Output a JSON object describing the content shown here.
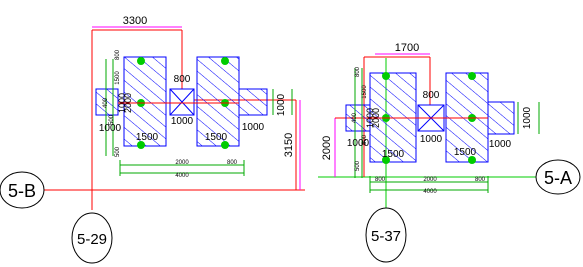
{
  "colors": {
    "background": "#ffffff",
    "outline": "#0000ff",
    "hatch": "#0000ff",
    "dimension": "#ff00ff",
    "dimension_text": "#000000",
    "axis_red": "#ff0000",
    "axis_green": "#00cc00",
    "pile": "#00cc00",
    "grid_line": "#000000",
    "extension": "#00aa00"
  },
  "grid_labels": {
    "left_row": "5-B",
    "left_col": "5-29",
    "right_row": "5-A",
    "right_col": "5-37"
  },
  "left_plan": {
    "top_dim": "3300",
    "side_dim": "3150",
    "pile_cap_left": "1000",
    "pile_cap_mid": "1000",
    "pile_cap_right": "1000",
    "beam_gap": "800",
    "footing_a": "1500",
    "footing_b": "1500",
    "right_wing": "1000",
    "vertical_a": "1000",
    "vertical_b": "2000",
    "vertical_c": "1500",
    "vertical_d": "800",
    "vertical_e": "500",
    "small_left": "400",
    "small_left2": "500",
    "bottom_seg_a": "2000",
    "bottom_seg_b": "800",
    "bottom_total": "4000"
  },
  "right_plan": {
    "top_dim": "1700",
    "side_dim": "2000",
    "pile_cap_left": "1000",
    "pile_cap_mid": "1000",
    "pile_cap_right": "1000",
    "beam_gap": "800",
    "footing_a": "1500",
    "footing_b": "1500",
    "right_wing": "1000",
    "vertical_a": "1000",
    "vertical_b": "2000",
    "vertical_c": "1500",
    "vertical_d": "800",
    "vertical_e": "500",
    "small_left": "400",
    "small_left2": "500",
    "bottom_seg_a": "800",
    "bottom_seg_b": "2000",
    "bottom_seg_c": "800",
    "bottom_total": "4000"
  }
}
